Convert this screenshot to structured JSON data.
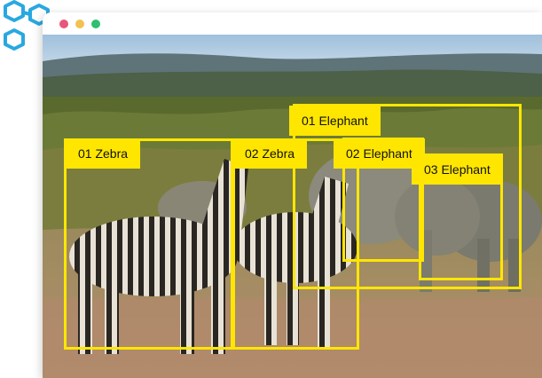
{
  "window": {
    "traffic_lights": {
      "close": "#e8577b",
      "minimize": "#f2c14f",
      "maximize": "#2fbf71"
    }
  },
  "decoration": {
    "icon": "hexagon-network-icon",
    "color": "#29a8e0"
  },
  "detections": [
    {
      "label": "01 Zebra",
      "color": "#ffe600"
    },
    {
      "label": "02 Zebra",
      "color": "#ffe600"
    },
    {
      "label": "01 Elephant",
      "color": "#ffe600"
    },
    {
      "label": "02 Elephant",
      "color": "#ffe600"
    },
    {
      "label": "03 Elephant",
      "color": "#ffe600"
    }
  ]
}
